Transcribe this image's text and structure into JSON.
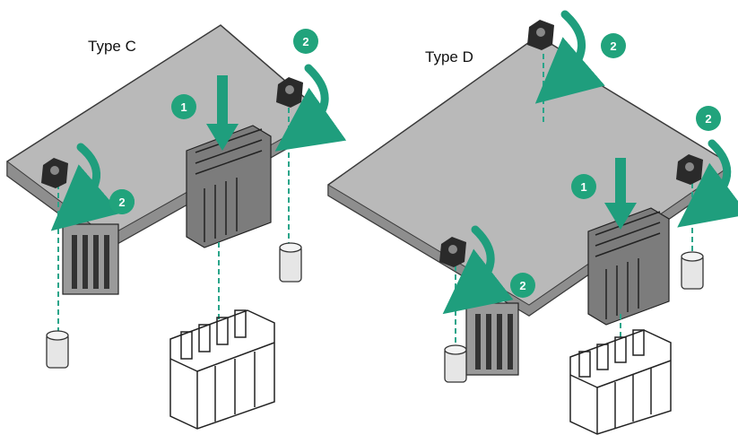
{
  "panels": [
    {
      "label": "Type C",
      "steps": [
        "1",
        "2",
        "2",
        "2"
      ]
    },
    {
      "label": "Type D",
      "steps": [
        "1",
        "2",
        "2",
        "2"
      ]
    }
  ],
  "colors": {
    "board": "#b9b9b9",
    "board_edge": "#3a3a3a",
    "arrow": "#1f9e7d",
    "badge": "#21a37c",
    "guide_line": "#2aa58a",
    "connector": "#ffffff",
    "connector_edge": "#222222"
  },
  "icons": [
    "thumbscrew-icon",
    "standoff-icon",
    "curved-arrow-icon",
    "down-arrow-icon",
    "connector-icon"
  ]
}
